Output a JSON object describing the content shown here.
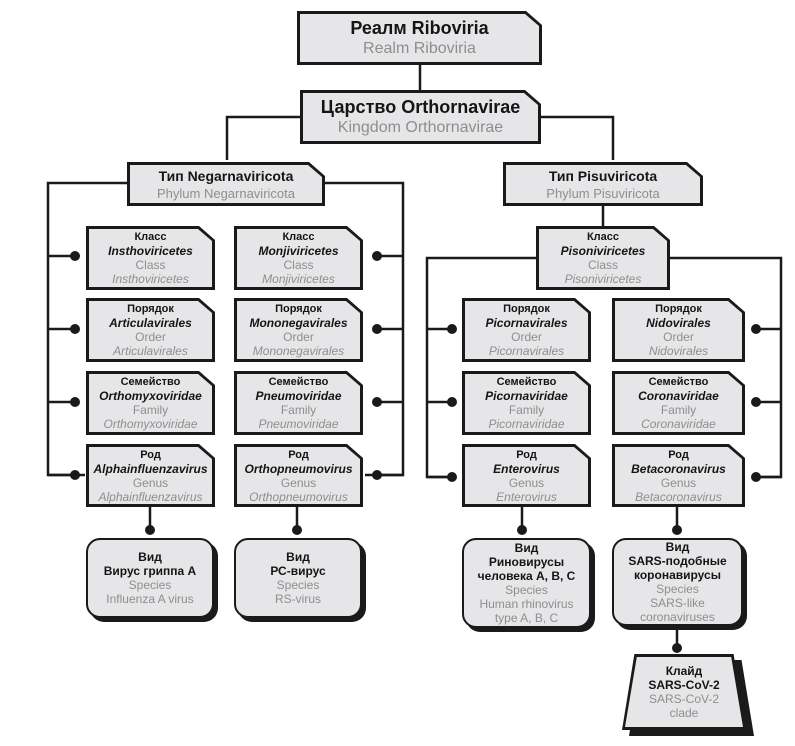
{
  "colors": {
    "line": "#1a1a1a",
    "box_fill": "#e6e6e8",
    "text_primary": "#151515",
    "text_secondary": "#8e8e8e"
  },
  "realm": {
    "ru": "Реалм Riboviria",
    "en": "Realm Riboviria"
  },
  "kingdom": {
    "ru": "Царство Orthornavirae",
    "en": "Kingdom Orthornavirae"
  },
  "phyla": [
    {
      "ru": "Тип Negarnaviricota",
      "en": "Phylum Negarnaviricota",
      "columns": [
        {
          "class": {
            "ru_rank": "Класс",
            "ru_name": "Insthoviricetes",
            "en_rank": "Class",
            "en_name": "Insthoviricetes"
          },
          "order": {
            "ru_rank": "Порядок",
            "ru_name": "Articulavirales",
            "en_rank": "Order",
            "en_name": "Articulavirales"
          },
          "family": {
            "ru_rank": "Семейство",
            "ru_name": "Orthomyxoviridae",
            "en_rank": "Family",
            "en_name": "Orthomyxoviridae"
          },
          "genus": {
            "ru_rank": "Род",
            "ru_name": "Alphainfluenzavirus",
            "en_rank": "Genus",
            "en_name": "Alphainfluenzavirus"
          },
          "species": {
            "ru_rank": "Вид",
            "ru_name": [
              "Вирус гриппа А"
            ],
            "en_rank": "Species",
            "en_name": [
              "Influenza A virus"
            ]
          }
        },
        {
          "class": {
            "ru_rank": "Класс",
            "ru_name": "Monjiviricetes",
            "en_rank": "Class",
            "en_name": "Monjiviricetes"
          },
          "order": {
            "ru_rank": "Порядок",
            "ru_name": "Mononegavirales",
            "en_rank": "Order",
            "en_name": "Mononegavirales"
          },
          "family": {
            "ru_rank": "Семейство",
            "ru_name": "Pneumoviridae",
            "en_rank": "Family",
            "en_name": "Pneumoviridae"
          },
          "genus": {
            "ru_rank": "Род",
            "ru_name": "Orthopneumovirus",
            "en_rank": "Genus",
            "en_name": "Orthopneumovirus"
          },
          "species": {
            "ru_rank": "Вид",
            "ru_name": [
              "РС-вирус"
            ],
            "en_rank": "Species",
            "en_name": [
              "RS-virus"
            ]
          }
        }
      ]
    },
    {
      "ru": "Тип Pisuviricota",
      "en": "Phylum Pisuviricota",
      "class": {
        "ru_rank": "Класс",
        "ru_name": "Pisoniviricetes",
        "en_rank": "Class",
        "en_name": "Pisoniviricetes"
      },
      "columns": [
        {
          "order": {
            "ru_rank": "Порядок",
            "ru_name": "Picornavirales",
            "en_rank": "Order",
            "en_name": "Picornavirales"
          },
          "family": {
            "ru_rank": "Семейство",
            "ru_name": "Picornaviridae",
            "en_rank": "Family",
            "en_name": "Picornaviridae"
          },
          "genus": {
            "ru_rank": "Род",
            "ru_name": "Enterovirus",
            "en_rank": "Genus",
            "en_name": "Enterovirus"
          },
          "species": {
            "ru_rank": "Вид",
            "ru_name": [
              "Риновирусы",
              "человека A, B, C"
            ],
            "en_rank": "Species",
            "en_name": [
              "Human rhinovirus",
              "type A, B, C"
            ]
          }
        },
        {
          "order": {
            "ru_rank": "Порядок",
            "ru_name": "Nidovirales",
            "en_rank": "Order",
            "en_name": "Nidovirales"
          },
          "family": {
            "ru_rank": "Семейство",
            "ru_name": "Coronaviridae",
            "en_rank": "Family",
            "en_name": "Coronaviridae"
          },
          "genus": {
            "ru_rank": "Род",
            "ru_name": "Betacoronavirus",
            "en_rank": "Genus",
            "en_name": "Betacoronavirus"
          },
          "species": {
            "ru_rank": "Вид",
            "ru_name": [
              "SARS-подобные",
              "коронавирусы"
            ],
            "en_rank": "Species",
            "en_name": [
              "SARS-like",
              "coronaviruses"
            ]
          }
        }
      ]
    }
  ],
  "clade": {
    "ru_rank": "Клайд",
    "ru_name": "SARS-CoV-2",
    "en_name": [
      "SARS-CoV-2",
      "clade"
    ]
  }
}
